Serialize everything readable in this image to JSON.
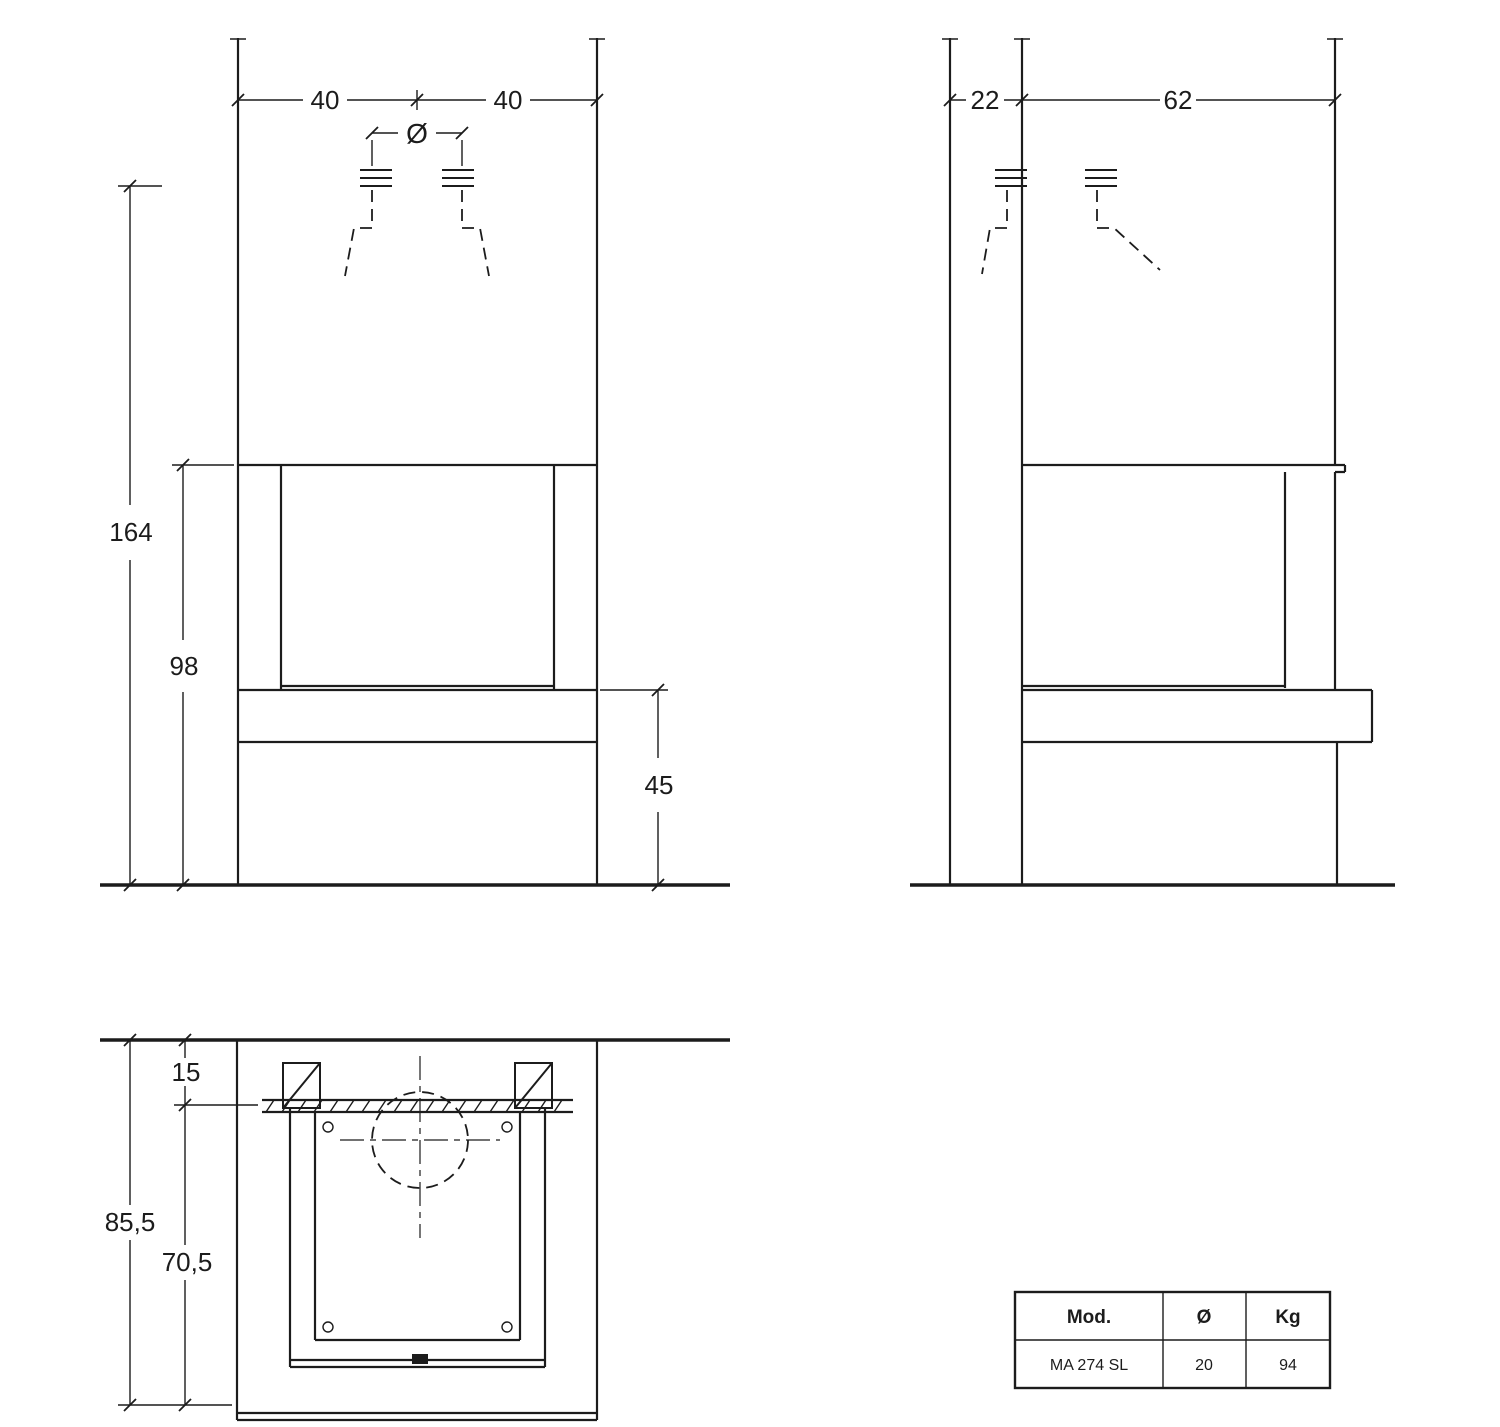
{
  "page": {
    "background_color": "#ffffff",
    "line_color": "#1c1c1c"
  },
  "front_view": {
    "dims": {
      "top_left": "40",
      "top_right": "40",
      "flue_diameter_symbol": "Ø",
      "total_height": "164",
      "firebox_height": "98",
      "bench_height": "45"
    }
  },
  "side_view": {
    "dims": {
      "back_depth": "22",
      "front_depth": "62"
    }
  },
  "plan_view": {
    "dims": {
      "wall_offset": "15",
      "total_depth": "85,5",
      "body_depth": "70,5"
    }
  },
  "spec_table": {
    "headers": [
      "Mod.",
      "Ø",
      "Kg"
    ],
    "rows": [
      [
        "MA 274 SL",
        "20",
        "94"
      ]
    ]
  }
}
